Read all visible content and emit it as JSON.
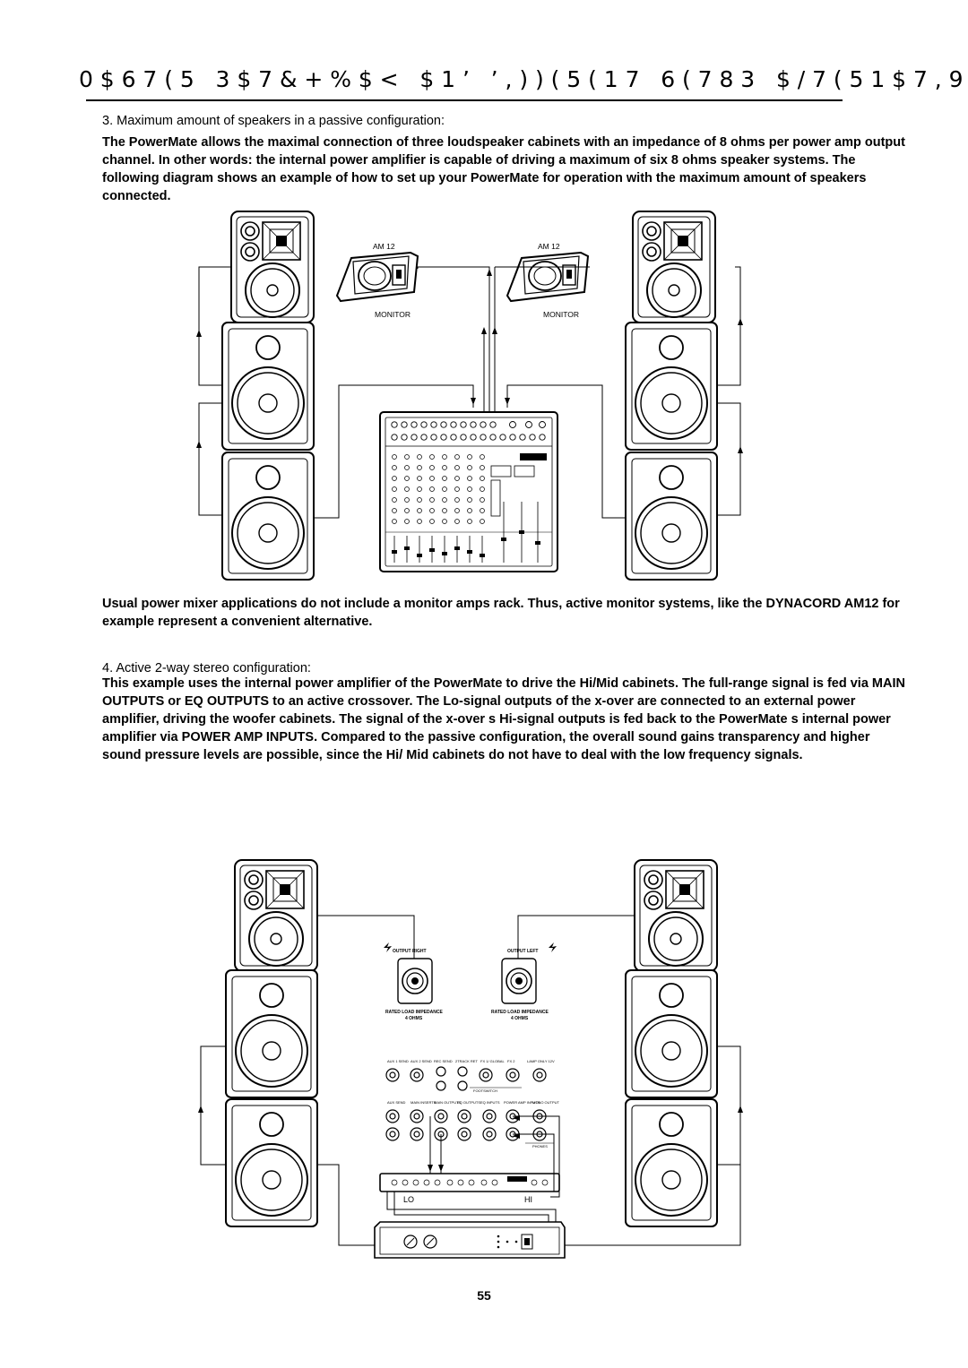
{
  "header": {
    "title": "0$67(5 3$7&+%$< $1’ ’,))(5(17 6(783 $/7(51$7,9(6"
  },
  "section3": {
    "heading": "3. Maximum amount of speakers in a passive configuration:",
    "body": "The PowerMate allows the maximal connection of three loudspeaker cabinets with an impedance of 8 ohms per power amp output channel. In other words: the internal power amplifier is capable of driving a maximum of six 8 ohms speaker systems. The following diagram shows an example of how to set up your PowerMate for operation with the maximum amount of speakers connected."
  },
  "diagram1": {
    "monitor_left_model": "AM 12",
    "monitor_right_model": "AM 12",
    "monitor_left_label": "MONITOR",
    "monitor_right_label": "MONITOR"
  },
  "usual_note": "Usual power mixer applications do not include a monitor amps rack. Thus, active monitor systems, like the DYNACORD AM12 for example represent a convenient alternative.",
  "section4": {
    "heading": "4. Active 2-way stereo configuration:",
    "body": "This example uses the internal power amplifier of the PowerMate to drive the Hi/Mid cabinets. The full-range signal is fed via MAIN OUTPUTS or EQ OUTPUTS to an active crossover. The Lo-signal outputs of the x-over are connected to an external power amplifier, driving the woofer cabinets. The signal of the x-over   s Hi-signal outputs is fed back to the PowerMate   s internal power amplifier via POWER AMP INPUTS. Compared to the passive configuration, the overall sound gains transparency and higher sound pressure levels are possible, since the Hi/ Mid cabinets do not have to deal with the low frequency signals."
  },
  "diagram2": {
    "output_right": "OUTPUT RIGHT",
    "output_left": "OUTPUT LEFT",
    "rated_load": "RATED LOAD IMPEDANCE",
    "ohms": "4 OHMS",
    "top_labels": [
      "AUX 1 SEND",
      "AUX 2 SEND",
      "REC SEND",
      "2TRACK RET",
      "FX 1/ GLOBAL",
      "FX 2",
      "LAMP ONLY 12V"
    ],
    "footswitch": "FOOTSWITCH",
    "bottom_labels": [
      "AUX SEND",
      "MAIN INSERTS",
      "MAIN OUTPUTS",
      "EQ OUTPUTS",
      "EQ INPUTS",
      "POWER AMP INPUTS",
      "MONO OUTPUT"
    ],
    "phones": "PHONES",
    "lo_label": "LO",
    "hi_label": "HI"
  },
  "footer": {
    "page_number": "55"
  }
}
